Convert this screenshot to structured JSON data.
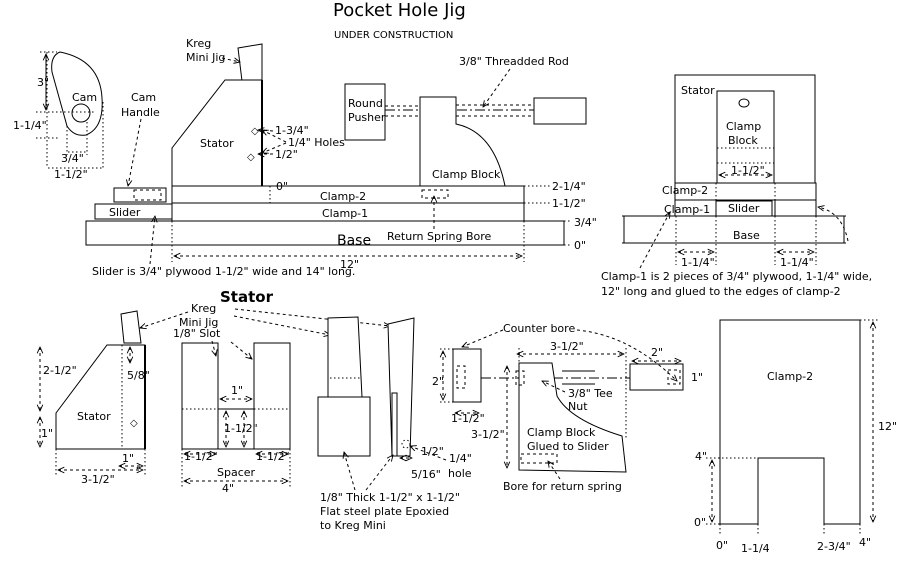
{
  "title": "Pocket Hole Jig",
  "subtitle": "UNDER CONSTRUCTION",
  "side_view": {
    "kreg": "Kreg",
    "mini_jig": "Mini Jig",
    "threaded_rod": "3/8\" Threadded Rod",
    "round": "Round",
    "pusher": "Pusher",
    "stator": "Stator",
    "d_1_3_4": "1-3/4\"",
    "holes": "1/4\" Holes",
    "d_1_2": "1/2\"",
    "clamp_block": "Clamp Block",
    "zero": "0\"",
    "clamp2": "Clamp-2",
    "clamp1": "Clamp-1",
    "slider": "Slider",
    "base": "Base",
    "return_spring_bore": "Return Spring Bore",
    "h_2_1_4": "2-1/4\"",
    "h_1_1_2": "1-1/2\"",
    "h_3_4": "3/4\"",
    "h_0": "0\"",
    "len_12": "12\"",
    "note": "Slider is 3/4\" plywood 1-1/2\" wide and 14\" long."
  },
  "cam": {
    "d3": "3\"",
    "cam": "Cam",
    "cam_handle_1": "Cam",
    "cam_handle_2": "Handle",
    "d_1_1_4": "1-1/4\"",
    "d_3_4": "3/4\"",
    "d_1_1_2": "1-1/2\""
  },
  "end_view": {
    "stator": "Stator",
    "clamp_block_1": "Clamp",
    "clamp_block_2": "Block",
    "w_1_1_2": "1-1/2\"",
    "clamp2": "Clamp-2",
    "clamp1": "Clamp-1",
    "slider": "Slider",
    "base": "Base",
    "w_left": "1-1/4\"",
    "w_right": "1-1/4\"",
    "note_1": "Clamp-1 is 2 pieces of 3/4\" plywood, 1-1/4\" wide,",
    "note_2": "12\" long and glued to the edges of clamp-2"
  },
  "stator_detail": {
    "heading": "Stator",
    "kreg": "Kreg",
    "mini_jig": "Mini Jig",
    "slot": "1/8\" Slot",
    "h_2_1_2": "2-1/2\"",
    "h_5_8": "5/8\"",
    "stator": "Stator",
    "h_1": "1\"",
    "w_1": "1\"",
    "w_3_1_2": "3-1/2\"",
    "sp_1": "1\"",
    "sp_1_1_2": "1-1/2\"",
    "sp_left": "1-1/2\"",
    "sp_right": "1-1/2\"",
    "spacer": "Spacer",
    "sp_4": "4\"",
    "p_1_2": "1/2\"",
    "p_1_4": "1/4\"",
    "hole": "hole",
    "p_5_16": "5/16\"",
    "plate_1": "1/8\" Thick 1-1/2\" x 1-1/2\"",
    "plate_2": "Flat steel plate Epoxied",
    "plate_3": "to Kreg Mini"
  },
  "clamp_block_detail": {
    "counter_bore": "Counter bore",
    "w_3_1_2": "3-1/2\"",
    "w_2": "2\"",
    "h_2": "2\"",
    "h_1_1_2": "1-1/2\"",
    "h_1": "1\"",
    "tee_nut_1": "3/8\" Tee",
    "tee_nut_2": "Nut",
    "h_3_1_2": "3-1/2\"",
    "label_1": "Clamp Block",
    "label_2": "Glued to Slider",
    "bore": "Bore for return spring"
  },
  "clamp2_detail": {
    "label": "Clamp-2",
    "h_12": "12\"",
    "h_4": "4\"",
    "h_0": "0\"",
    "w_0": "0\"",
    "w_1_1_4": "1-1/4",
    "w_2_3_4": "2-3/4\"",
    "w_4": "4\""
  }
}
